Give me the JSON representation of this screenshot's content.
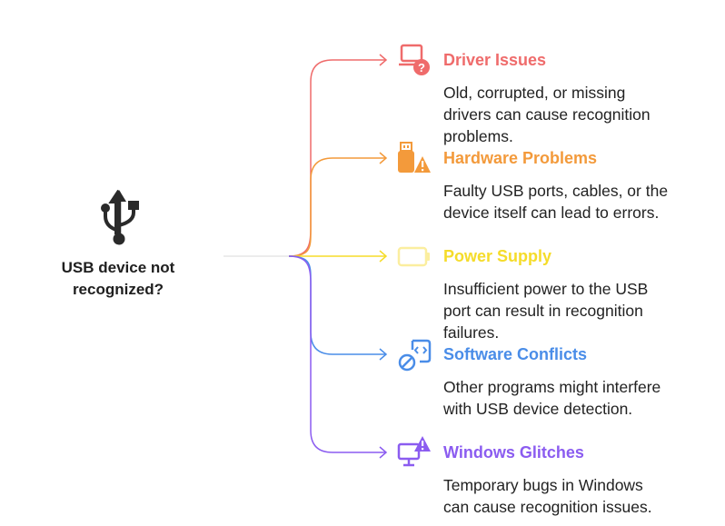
{
  "root": {
    "label_line1": "USB device not",
    "label_line2": "recognized?",
    "icon": "usb-icon"
  },
  "items": [
    {
      "title": "Driver Issues",
      "desc_lines": [
        "Old, corrupted, or missing",
        "drivers can cause recognition",
        "problems."
      ],
      "color": "#ef6b6b",
      "icon": "laptop-question-icon"
    },
    {
      "title": "Hardware Problems",
      "desc_lines": [
        "Faulty USB ports, cables, or the",
        "device itself can lead to errors."
      ],
      "color": "#f39a3b",
      "icon": "usb-drive-warning-icon"
    },
    {
      "title": "Power Supply",
      "desc_lines": [
        "Insufficient power to the USB",
        "port can result in recognition",
        "failures."
      ],
      "color": "#f5dc2a",
      "icon": "battery-icon"
    },
    {
      "title": "Software Conflicts",
      "desc_lines": [
        "Other programs might interfere",
        "with USB device detection."
      ],
      "color": "#4a8de8",
      "icon": "code-blocked-icon"
    },
    {
      "title": "Windows Glitches",
      "desc_lines": [
        "Temporary bugs in Windows",
        "can cause recognition issues."
      ],
      "color": "#8b5cf0",
      "icon": "monitor-warning-icon"
    }
  ]
}
